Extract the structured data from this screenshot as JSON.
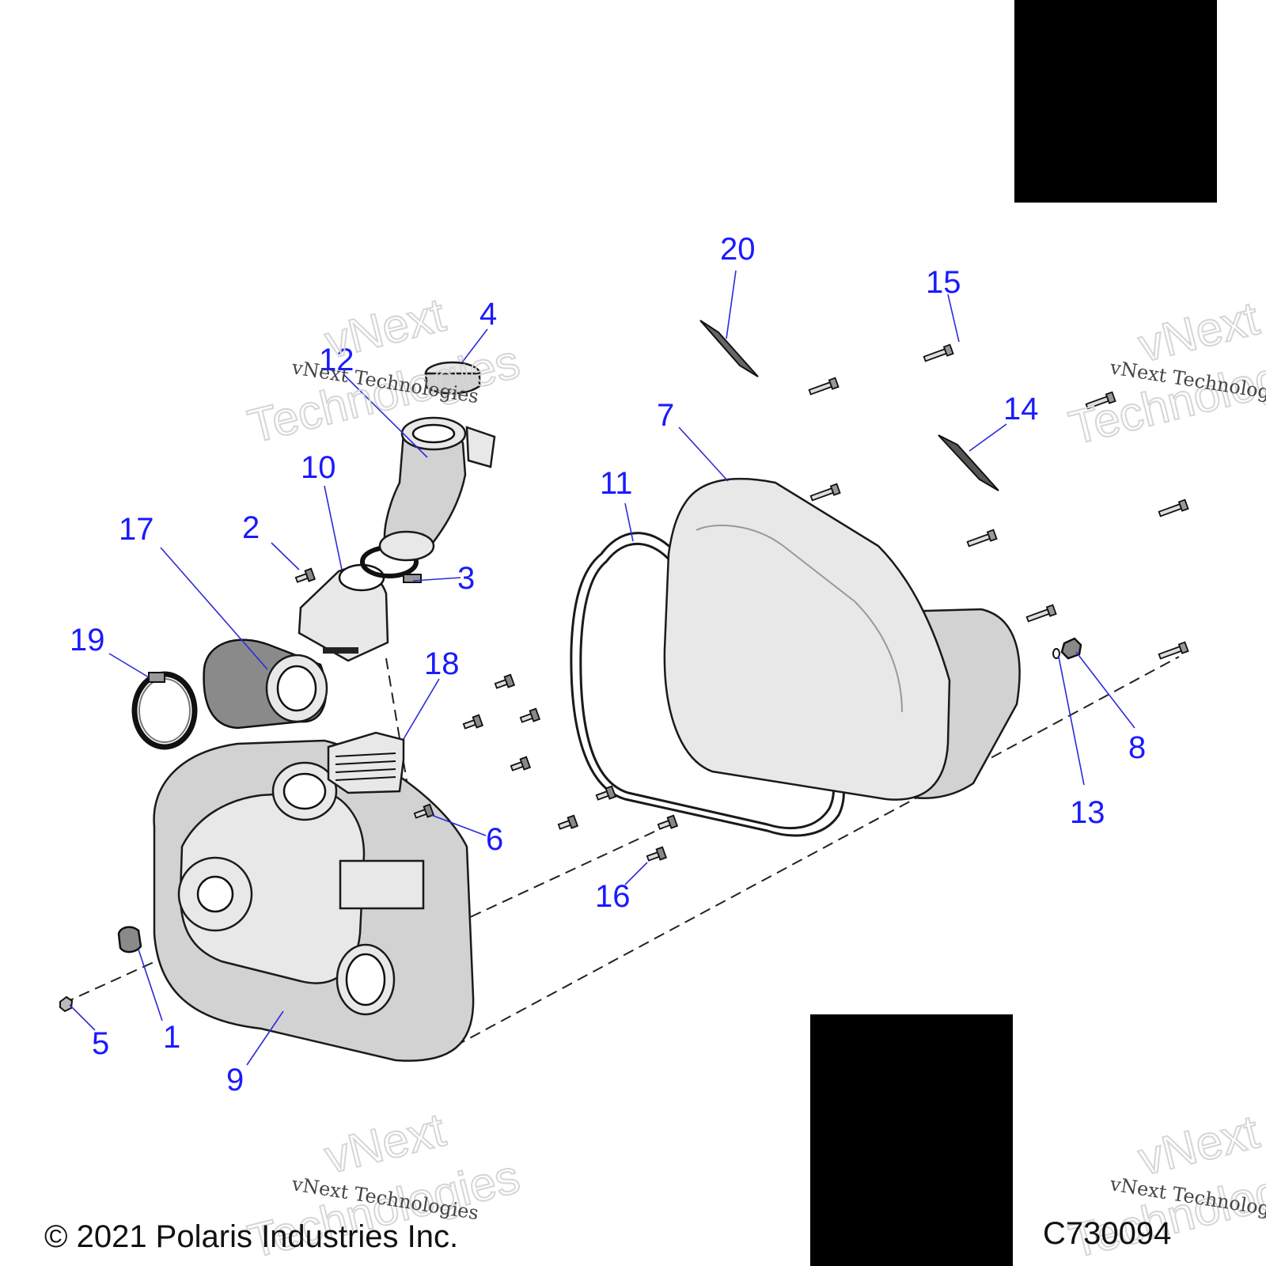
{
  "callouts": {
    "c1": "1",
    "c2": "2",
    "c3": "3",
    "c4": "4",
    "c5": "5",
    "c6": "6",
    "c7": "7",
    "c8": "8",
    "c9": "9",
    "c10": "10",
    "c11": "11",
    "c12": "12",
    "c13": "13",
    "c14": "14",
    "c15": "15",
    "c16": "16",
    "c17": "17",
    "c18": "18",
    "c19": "19",
    "c20": "20"
  },
  "footer": {
    "copyright": "© 2021 Polaris Industries Inc.",
    "drawing_number": "C730094"
  },
  "watermark": {
    "small": "vNext Technologies",
    "big_line1": "vNext",
    "big_line2": "Technologies"
  },
  "colors": {
    "callout": "#1a1aff",
    "leader": "#2b2bd8",
    "redaction": "#000000"
  }
}
